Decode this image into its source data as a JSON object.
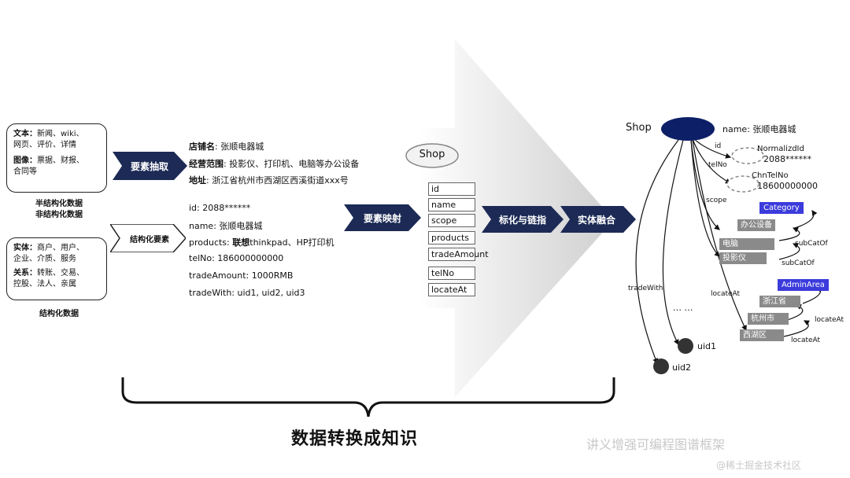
{
  "sources": {
    "box1": {
      "line1_label": "文本：",
      "line1_text": "新闻、wiki、",
      "line2": "网页、评价、详情",
      "line3_label": "图像：",
      "line3_text": "票据、财报、",
      "line4": "合同等"
    },
    "caption1a": "半结构化数据",
    "caption1b": "非结构化数据",
    "box2": {
      "line1_label": "实体：",
      "line1_text": "商户、用户、",
      "line2": "企业、介质、服务",
      "line3_label": "关系：",
      "line3_text": "转账、交易、",
      "line4": "控股、法人、亲属"
    },
    "caption2": "结构化数据"
  },
  "steps": {
    "extract": "要素抽取",
    "structured": "结构化要素",
    "mapping": "要素映射",
    "normalize": "标化与链指",
    "fusion": "实体融合"
  },
  "extracted": {
    "shop_name_label": "店铺名",
    "shop_name_value": ": 张顺电器城",
    "scope_label": "经营范围",
    "scope_value": ": 投影仪、打印机、电脑等办公设备",
    "addr_label": "地址",
    "addr_value": ": 浙江省杭州市西湖区西溪街道xxx号"
  },
  "structured_fields": {
    "id": "id: 2088******",
    "name": "name:  张顺电器城",
    "products_label": "products: ",
    "products_bold": "联想",
    "products_rest": "thinkpad、HP打印机",
    "telno": "telNo:  186000000000",
    "trade_amount": "tradeAmount: 1000RMB",
    "trade_with": "tradeWith: uid1, uid2, uid3"
  },
  "schema": {
    "node": "Shop",
    "fields": [
      "id",
      "name",
      "scope",
      "products",
      "tradeAmount",
      "telNo",
      "locateAt"
    ]
  },
  "kg": {
    "shop_label": "Shop",
    "name_attr": "name: 张顺电器城",
    "edge_id": "id",
    "normid_label": "NormalizdId",
    "normid_value": "2088******",
    "edge_telno": "telNo",
    "chntel_label": "ChnTelNo",
    "chntel_value": "18600000000",
    "edge_scope": "scope",
    "category": "Category",
    "office": "办公设备",
    "computer": "电脑",
    "projector": "投影仪",
    "subcat1": "subCatOf",
    "subcat2": "subCatOf",
    "adminarea": "AdminArea",
    "zhejiang": "浙江省",
    "hangzhou": "杭州市",
    "xihu": "西湖区",
    "locate1": "locateAt",
    "locate2": "locateAt",
    "locate3": "locateAt",
    "tradewith": "tradeWith",
    "ellipsis": "… …",
    "uid1": "uid1",
    "uid2": "uid2"
  },
  "bottom_title": "数据转换成知识",
  "watermark1": "讲义增强可编程图谱框架",
  "watermark2": "@稀土掘金技术社区",
  "colors": {
    "navy": "#1c2a55",
    "ellipse_fill": "#0d1f66",
    "blue_box": "#3b3bdc",
    "gray_box": "#8a8a8a"
  }
}
